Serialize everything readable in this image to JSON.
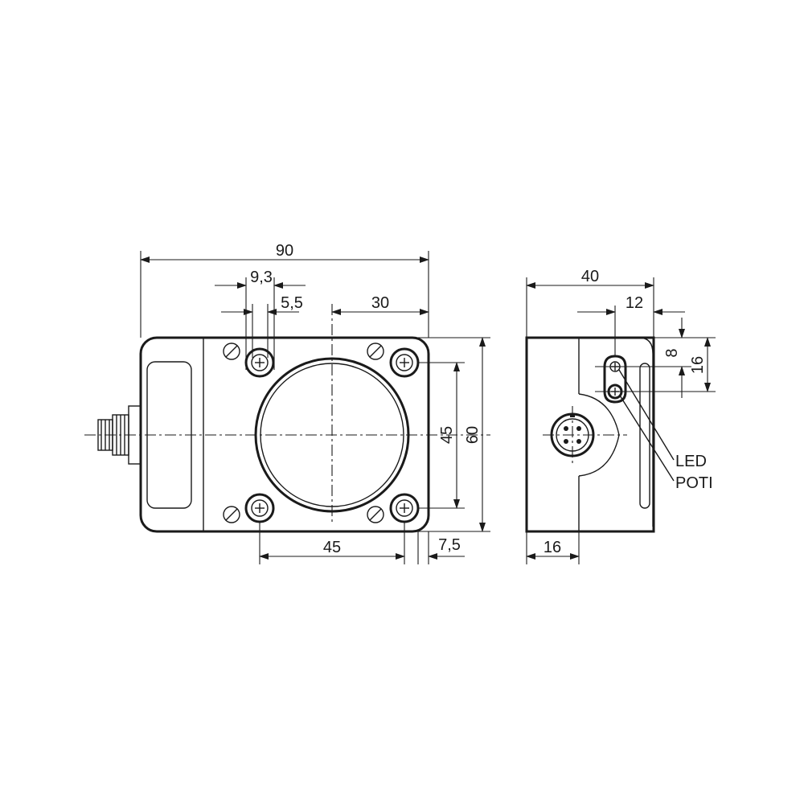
{
  "drawing": {
    "front_view": {
      "dimensions": {
        "overall_width": "90",
        "hole_dia": "9,3",
        "hole_dia_inner": "5,5",
        "center_to_edge": "30",
        "hole_spacing_v": "45",
        "overall_height": "60",
        "hole_spacing_h": "45",
        "edge_offset": "7,5"
      }
    },
    "side_view": {
      "dimensions": {
        "depth": "40",
        "led_offset": "12",
        "led_height": "8",
        "poti_height": "16",
        "connector_depth": "16"
      },
      "labels": {
        "led": "LED",
        "poti": "POTI"
      }
    }
  }
}
